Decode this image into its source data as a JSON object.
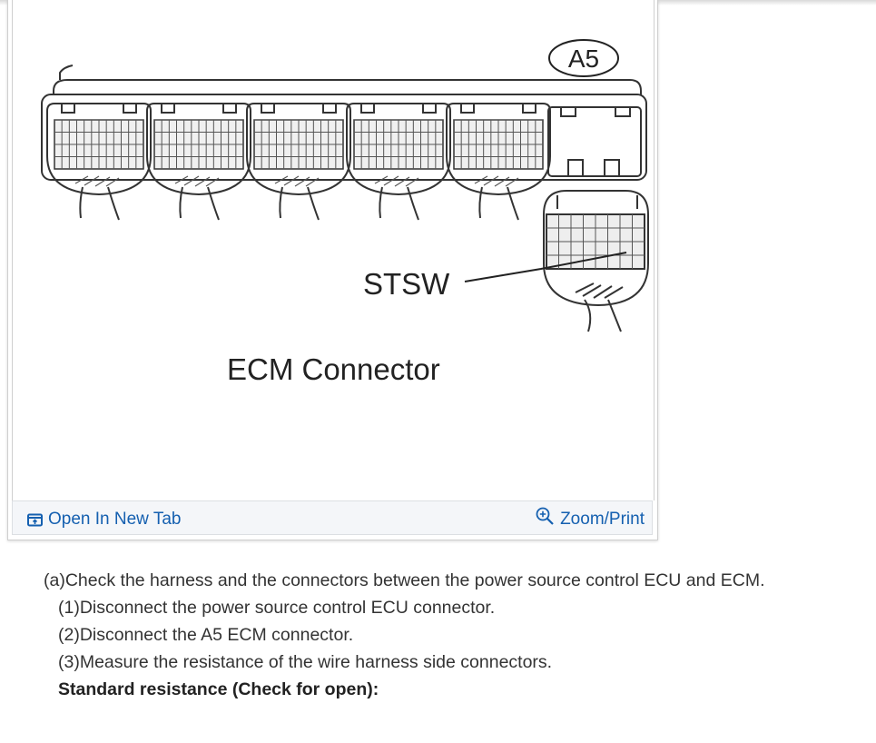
{
  "figure": {
    "connector_label": "A5",
    "signal_label": "STSW",
    "caption": "ECM Connector",
    "connector_count": 5
  },
  "toolbar": {
    "open_tab_label": "Open In New Tab",
    "zoom_label": "Zoom/Print",
    "open_tab_icon": "open-in-new-tab-icon",
    "zoom_icon": "zoom-in-icon",
    "link_color": "#1560b0"
  },
  "instructions": {
    "main": "(a)Check the harness and the connectors between the power source control ECU and ECM.",
    "steps": [
      "(1)Disconnect the power source control ECU connector.",
      "(2)Disconnect the A5 ECM connector.",
      "(3)Measure the resistance of the wire harness side connectors."
    ],
    "standard_heading": "Standard resistance (Check for open):"
  }
}
